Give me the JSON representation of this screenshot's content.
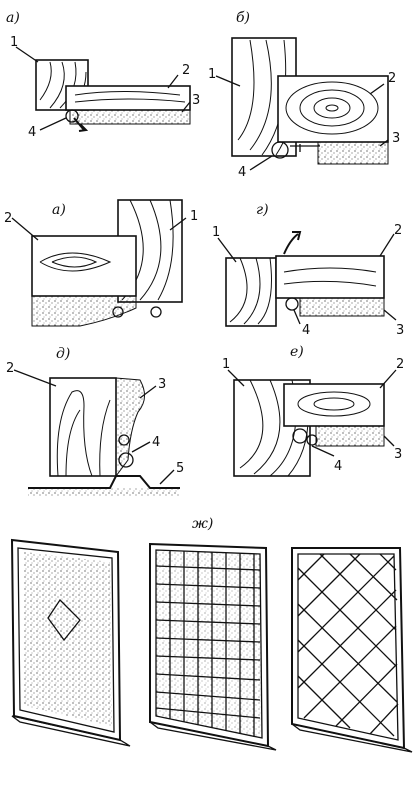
{
  "captions": {
    "a1": "а)",
    "b1": "б)",
    "a2": "а)",
    "g": "г)",
    "d": "д)",
    "e": "е)",
    "zh": "ж)"
  },
  "labels": {
    "n1": "1",
    "n2": "2",
    "n3": "3",
    "n4": "4",
    "n5": "5"
  }
}
